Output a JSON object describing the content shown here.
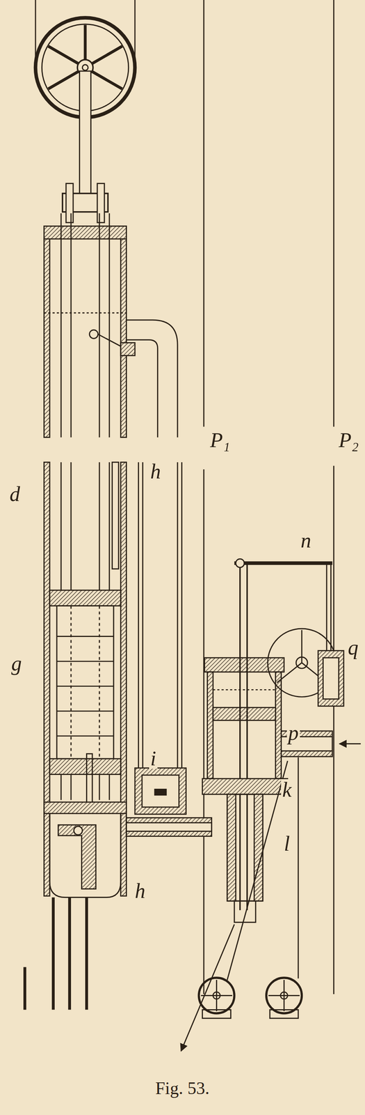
{
  "diagram": {
    "caption": "Fig. 53.",
    "labels": [
      "P₁",
      "P₂",
      "h",
      "d",
      "g",
      "n",
      "q",
      "p",
      "i",
      "k",
      "l",
      "h"
    ]
  }
}
